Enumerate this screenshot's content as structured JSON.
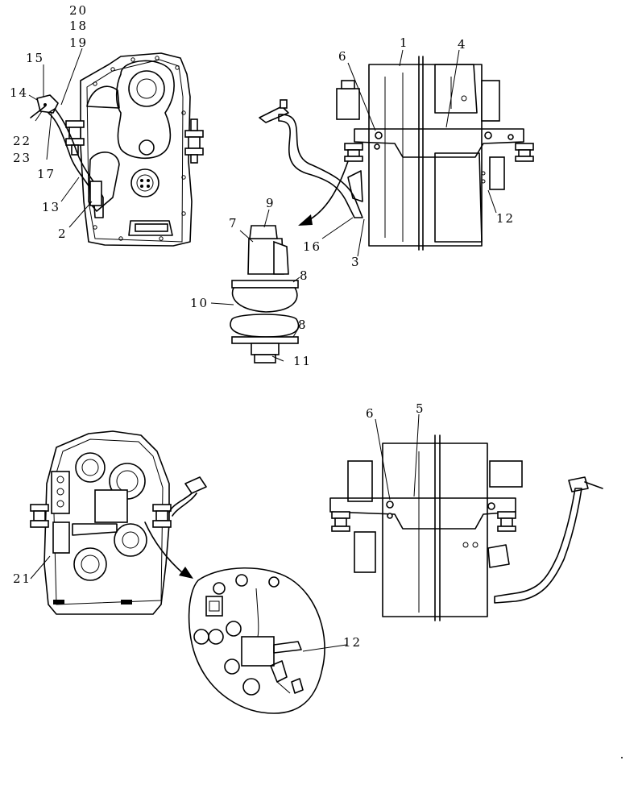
{
  "callouts": [
    {
      "id": "c20",
      "text": "20"
    },
    {
      "id": "c18",
      "text": "18"
    },
    {
      "id": "c19",
      "text": "19"
    },
    {
      "id": "c15",
      "text": "15"
    },
    {
      "id": "c14",
      "text": "14"
    },
    {
      "id": "c22",
      "text": "22"
    },
    {
      "id": "c23",
      "text": "23"
    },
    {
      "id": "c17",
      "text": "17"
    },
    {
      "id": "c13",
      "text": "13"
    },
    {
      "id": "c2",
      "text": "2"
    },
    {
      "id": "c1",
      "text": "1"
    },
    {
      "id": "c4",
      "text": "4"
    },
    {
      "id": "c6a",
      "text": "6"
    },
    {
      "id": "c12a",
      "text": "12"
    },
    {
      "id": "c16",
      "text": "16"
    },
    {
      "id": "c3",
      "text": "3"
    },
    {
      "id": "c9",
      "text": "9"
    },
    {
      "id": "c7",
      "text": "7"
    },
    {
      "id": "c8a",
      "text": "8"
    },
    {
      "id": "c10",
      "text": "10"
    },
    {
      "id": "c8b",
      "text": "8"
    },
    {
      "id": "c11",
      "text": "11"
    },
    {
      "id": "c6b",
      "text": "6"
    },
    {
      "id": "c5",
      "text": "5"
    },
    {
      "id": "c21",
      "text": "21"
    },
    {
      "id": "c12b",
      "text": "12"
    }
  ]
}
